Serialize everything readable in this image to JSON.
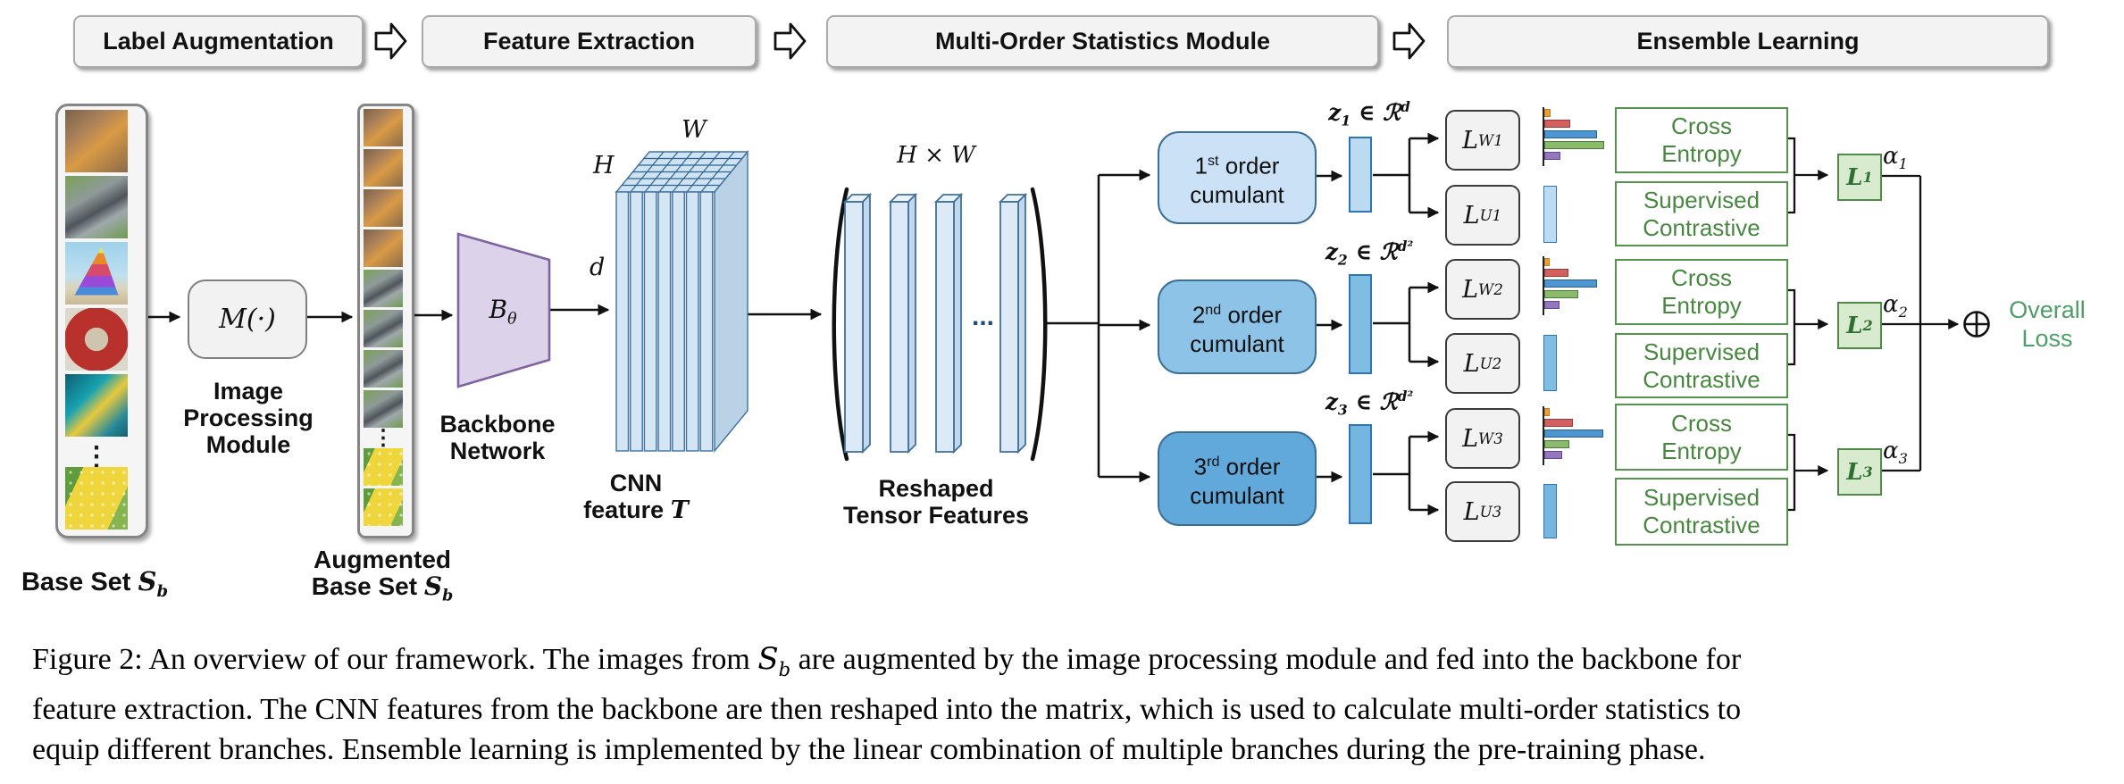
{
  "header": {
    "steps": [
      {
        "label": "Label Augmentation"
      },
      {
        "label": "Feature Extraction"
      },
      {
        "label": "Multi-Order Statistics Module"
      },
      {
        "label": "Ensemble Learning"
      }
    ],
    "arrow_icon": "block-arrow-right"
  },
  "base_set": {
    "images_top": [
      "bird",
      "husky-dog",
      "sailboat",
      "red-doily",
      "tropical-fish"
    ],
    "images_bottom": [
      "corn"
    ],
    "ellipsis": "⋮",
    "label_prefix": "Base Set ",
    "set_symbol": "S",
    "set_sub": "b"
  },
  "image_processing": {
    "box_label": "M(·)",
    "caption_lines": [
      "Image",
      "Processing",
      "Module"
    ]
  },
  "augmented_set": {
    "images_top": [
      "bird",
      "bird",
      "bird",
      "bird",
      "husky-dog",
      "husky-dog",
      "husky-dog",
      "husky-dog"
    ],
    "images_bottom": [
      "corn",
      "corn"
    ],
    "ellipsis": "⋮",
    "label_line1": "Augmented",
    "label_prefix": "Base Set ",
    "set_symbol": "S",
    "set_sub": "b"
  },
  "backbone": {
    "symbol": "B",
    "symbol_sub": "θ",
    "caption_lines": [
      "Backbone",
      "Network"
    ]
  },
  "cnn_feature": {
    "width_label": "W",
    "height_label": "H",
    "depth_label": "d",
    "caption_line1": "CNN",
    "caption_line2_prefix": "feature ",
    "tensor_symbol": "T"
  },
  "reshaped": {
    "dim_label": "H × W",
    "dots": "...",
    "caption_lines": [
      "Reshaped",
      "Tensor Features"
    ]
  },
  "branches": [
    {
      "order_num": "1",
      "order_suffix": "st",
      "order_word": "order",
      "cumulant_word": "cumulant",
      "z_symbol": "z",
      "z_sub": "1",
      "element_of": "∈",
      "space_symbol": "ℛ",
      "space_sup": "d",
      "lw_symbol": "L",
      "lw_sub": "W1",
      "lu_symbol": "L",
      "lu_sub": "U1",
      "loss_symbol": "L",
      "loss_sub": "1",
      "alpha_symbol": "α",
      "alpha_sub": "1",
      "ce_lines": [
        "Cross",
        "Entropy"
      ],
      "sc_lines": [
        "Supervised",
        "Contrastive"
      ],
      "hist_values": [
        7,
        29,
        59,
        67,
        18
      ],
      "branch_fill": "#cbe2f6",
      "vbar_fill": "#bcdaf0"
    },
    {
      "order_num": "2",
      "order_suffix": "nd",
      "order_word": "order",
      "cumulant_word": "cumulant",
      "z_symbol": "z",
      "z_sub": "2",
      "element_of": "∈",
      "space_symbol": "ℛ",
      "space_sup": "d²",
      "lw_symbol": "L",
      "lw_sub": "W2",
      "lu_symbol": "L",
      "lu_sub": "U2",
      "loss_symbol": "L",
      "loss_sub": "2",
      "alpha_symbol": "α",
      "alpha_sub": "2",
      "ce_lines": [
        "Cross",
        "Entropy"
      ],
      "sc_lines": [
        "Supervised",
        "Contrastive"
      ],
      "hist_values": [
        6,
        27,
        59,
        38,
        17
      ],
      "branch_fill": "#8cc3e7",
      "vbar_fill": "#7fbde2"
    },
    {
      "order_num": "3",
      "order_suffix": "rd",
      "order_word": "order",
      "cumulant_word": "cumulant",
      "z_symbol": "z",
      "z_sub": "3",
      "element_of": "∈",
      "space_symbol": "ℛ",
      "space_sup": "d²",
      "lw_symbol": "L",
      "lw_sub": "W3",
      "lu_symbol": "L",
      "lu_sub": "U3",
      "loss_symbol": "L",
      "loss_sub": "3",
      "alpha_symbol": "α",
      "alpha_sub": "3",
      "ce_lines": [
        "Cross",
        "Entropy"
      ],
      "sc_lines": [
        "Supervised",
        "Contrastive"
      ],
      "hist_values": [
        6,
        32,
        66,
        28,
        20
      ],
      "branch_fill": "#60a9da",
      "vbar_fill": "#74b6e0"
    }
  ],
  "chart_palette": {
    "hist_colors": [
      "#f09e2c",
      "#d45f5f",
      "#4e96d2",
      "#8abb6b",
      "#9477bd"
    ],
    "hist_borders": [
      "#ba7c22",
      "#9c3a39",
      "#29618e",
      "#50793c",
      "#64479a"
    ]
  },
  "output": {
    "sum_icon": "circle-plus",
    "overall_lines": [
      "Overall",
      "Loss"
    ]
  },
  "caption": {
    "line1_prefix": "Figure 2: An overview of our framework. The images from ",
    "set_symbol": "S",
    "set_sub": "b",
    "line1_suffix": " are augmented by the image processing module and fed into the backbone for",
    "line2": "feature extraction. The CNN features from the backbone are then reshaped into the matrix, which is used to calculate multi-order statistics to",
    "line3": "equip different branches. Ensemble learning is implemented by the linear combination of multiple branches during the pre-training phase."
  },
  "colors": {
    "cumulant_border": "#3c6e96",
    "green_border": "#55944c",
    "green_text": "#47873f",
    "loss_box_fill": "#d9ebcf",
    "overall_text": "#4f9d68",
    "backbone_fill": "#dcd2ea",
    "backbone_border": "#8064a2",
    "tensor_fill": "#d4e5f3",
    "tensor_border": "#41719c"
  }
}
